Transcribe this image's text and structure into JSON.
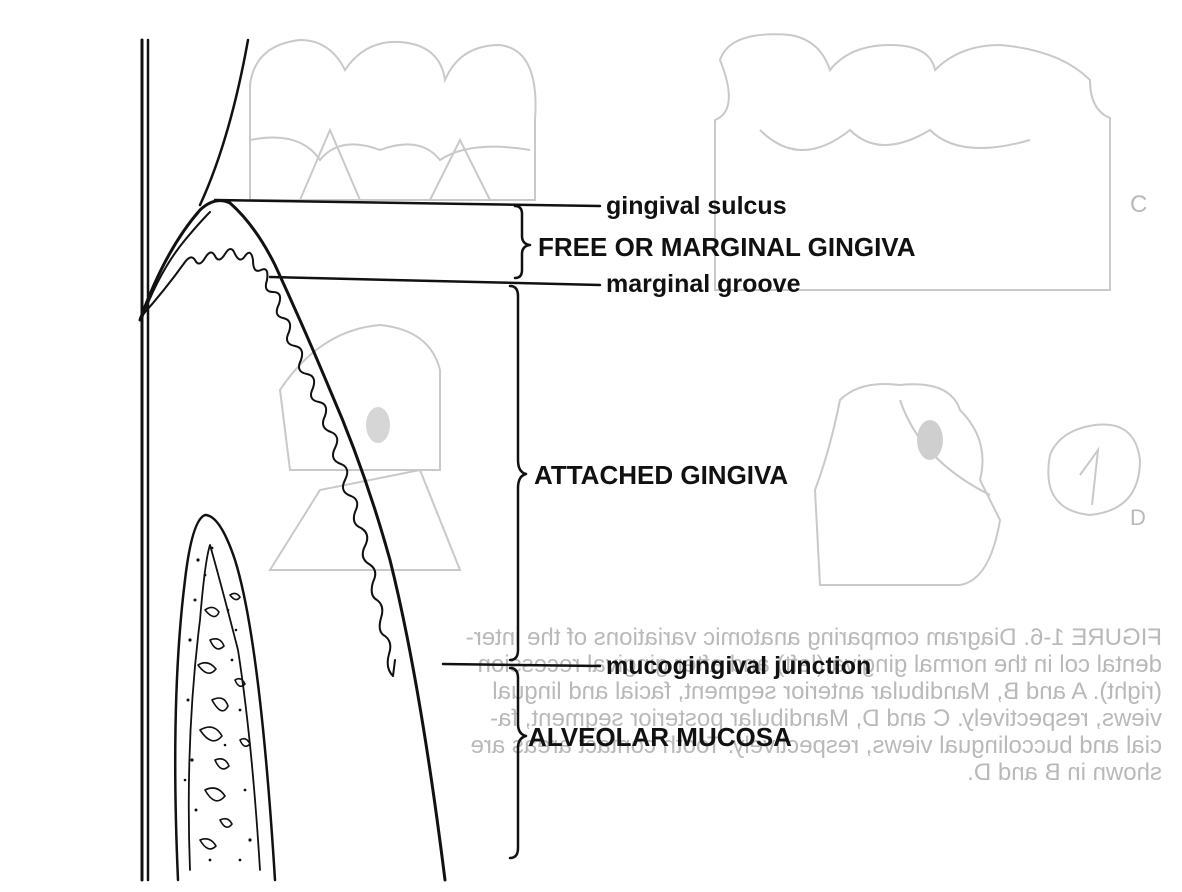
{
  "figure": {
    "labels": {
      "gingival_sulcus": "gingival sulcus",
      "free_gingiva": "FREE OR MARGINAL GINGIVA",
      "marginal_groove": "marginal groove",
      "attached_gingiva": "ATTACHED GINGIVA",
      "mucogingival_junction": "mucogingival junction",
      "alveolar_mucosa": "ALVEOLAR MUCOSA"
    },
    "bleed_through": {
      "caption_lines": [
        "FIGURE 1-6. Diagram comparing anatomic variations of the inter-",
        "dental col in the normal gingiva (left) and after gingival recession",
        "(right). A and B, Mandibular anterior segment, facial and lingual",
        "views, respectively. C and D, Mandibular posterior segment, fa-",
        "cial and buccolingual views, respectively. Tooth contact areas are",
        "shown in B and D."
      ],
      "letter_c": "C",
      "letter_d": "D",
      "circled_number": "1"
    }
  }
}
